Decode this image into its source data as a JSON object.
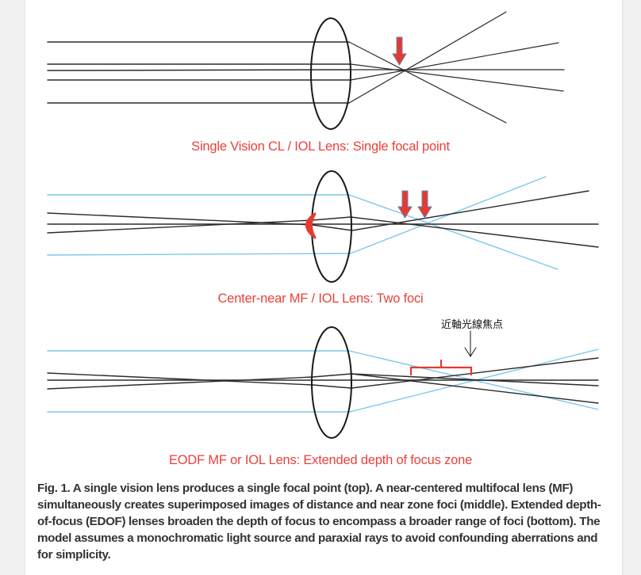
{
  "colors": {
    "ray_black": "#2b2b2b",
    "ray_blue": "#7cc8ea",
    "accent_red": "#e53a2f",
    "arrow_outline": "#6a86b8",
    "label_red": "#e8413b",
    "caption_text": "#333333"
  },
  "panels": [
    {
      "id": "single-vision",
      "label": "Single Vision CL / IOL Lens: Single focal point",
      "focus_arrows": 1
    },
    {
      "id": "center-near-mf",
      "label": "Center-near MF / IOL Lens: Two foci",
      "focus_arrows": 2
    },
    {
      "id": "edof",
      "label": "EODF MF or IOL Lens: Extended depth of focus zone",
      "annotation": "近軸光線焦点"
    }
  ],
  "caption": "Fig. 1. A single vision lens produces a single focal point (top). A near-centered multifocal lens (MF) simultaneously creates superimposed images of distance and near zone foci (middle). Extended depth-of-focus (EDOF) lenses broaden the depth of focus to encompass a broader range of foci (bottom). The model assumes a monochromatic light source and paraxial rays to avoid confounding aberrations and for simplicity."
}
